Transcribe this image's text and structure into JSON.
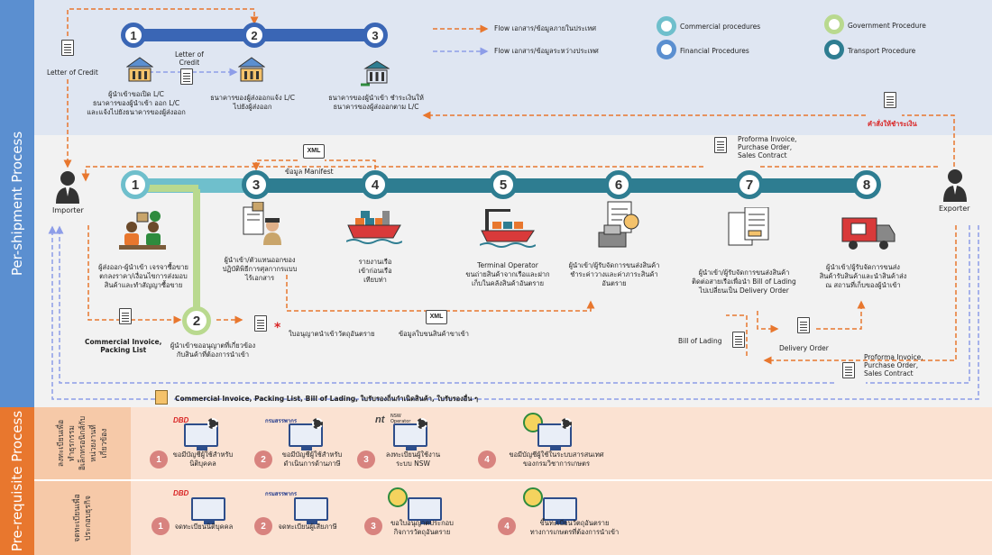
{
  "side_labels": {
    "per_shipment": "Per-shipment Process",
    "prerequisite": "Pre-requisite Process"
  },
  "prereq_groups": [
    {
      "label": "ลงทะเบียนเพื่อ\nทำธุรกรรม\nอิเล็กทรอนิกส์กับ\nหน่วยงานที่\nเกี่ยวข้อง"
    },
    {
      "label": "จดทะเบียนเพื่อ\nประกอบธุรกิจ"
    }
  ],
  "legend": {
    "flow_domestic": "Flow เอกสาร/ข้อมูลภายในประเทศ",
    "flow_international": "Flow เอกสาร/ข้อมูลระหว่างประเทศ",
    "commercial": "Commercial procedures",
    "financial": "Financial Procedures",
    "government": "Government Procedure",
    "transport": "Transport Procedure",
    "colors": {
      "commercial": "#6fbfcc",
      "financial": "#5b8fd0",
      "government": "#b9d98f",
      "transport": "#2e7d91",
      "domestic_arrow": "#e8772e",
      "international_arrow": "#8d9de8"
    }
  },
  "financial_steps": [
    {
      "num": "1",
      "text": "ผู้นำเข้าขอเปิด L/C\nธนาคารของผู้นำเข้า ออก L/C\nและแจ้งไปยังธนาคารของผู้ส่งออก"
    },
    {
      "num": "2",
      "text": "ธนาคารของผู้ส่งออกแจ้ง L/C\nไปยังผู้ส่งออก"
    },
    {
      "num": "3",
      "text": "ธนาคารของผู้นำเข้า ชำระเงินให้\nธนาคารของผู้ส่งออกตาม L/C"
    }
  ],
  "docs": {
    "letter_of_credit": "Letter of Credit",
    "letter_of_credit_mid": "Letter of\nCredit",
    "manifest": "ข้อมูล Manifest",
    "xml": "XML",
    "proforma_top": "Proforma Invoice,\nPurchase Order,\nSales Contract",
    "payment_order": "คำสั่งให้ชำระเงิน",
    "commercial_invoice": "Commercial Invoice,\nPacking List",
    "permit": "ใบอนุญาตนำเข้าวัตถุอันตราย",
    "declaration_data": "ข้อมูลใบขนสินค้าขาเข้า",
    "bill_of_lading": "Bill of Lading",
    "delivery_order": "Delivery Order",
    "proforma_bottom": "Proforma Invoice,\nPurchase Order,\nSales Contract",
    "bottom_docs": "Commercial Invoice, Packing List, Bill of Lading, ใบรับรองถิ่นกำเนิดสินค้า, ใบรับรองอื่น ๆ"
  },
  "actors": {
    "importer": "Importer",
    "exporter": "Exporter"
  },
  "main_steps": [
    {
      "num": "1",
      "text": "ผู้ส่งออก-ผู้นำเข้า เจรจาซื้อขาย\nตกลงราคา/เงื่อนไขการส่งมอบ\nสินค้าและทำสัญญาซื้อขาย"
    },
    {
      "num": "2",
      "text": "ผู้นำเข้าขออนุญาตที่เกี่ยวข้อง\nกับสินค้าที่ต้องการนำเข้า"
    },
    {
      "num": "3",
      "text": "ผู้นำเข้า/ตัวแทนออกของ\nปฏิบัติพิธีการศุลกากรแบบ\nไร้เอกสาร"
    },
    {
      "num": "4",
      "text": "รายงานเรือ\nเข้าก่อนเรือ\nเทียบท่า"
    },
    {
      "num": "5",
      "text": "Terminal Operator\nขนถ่ายสินค้าจากเรือและฝาก\nเก็บในคลังสินค้าอันตราย"
    },
    {
      "num": "6",
      "text": "ผู้นำเข้า/ผู้รับจัดการขนส่งสินค้า\nชำระค่าวางและค่าภาระสินค้า\nอันตราย"
    },
    {
      "num": "7",
      "text": "ผู้นำเข้า/ผู้รับจัดการขนส่งสินค้า\nติดต่อสายเรือเพื่อนำ Bill of Lading\nไปเปลี่ยนเป็น Delivery Order"
    },
    {
      "num": "8",
      "text": "ผู้นำเข้า/ผู้รับจัดการขนส่ง\nสินค้ารับสินค้าและนำสินค้าส่ง\nณ สถานที่เก็บของผู้นำเข้า"
    }
  ],
  "prereq_row1": [
    {
      "num": "1",
      "logo": "DBD",
      "text": "ขอมีบัญชีผู้ใช้สำหรับ\nนิติบุคคล"
    },
    {
      "num": "2",
      "logo": "กรมสรรพากร",
      "text": "ขอมีบัญชีผู้ใช้สำหรับ\nดำเนินการด้านภาษี"
    },
    {
      "num": "3",
      "logo": "nt",
      "logo_sub": "NSW\nOperator",
      "text": "ลงทะเบียนผู้ใช้งาน\nระบบ NSW"
    },
    {
      "num": "4",
      "logo": "seal",
      "text": "ขอมีบัญชีผู้ใช้ในระบบสารสนเทศ\nของกรมวิชาการเกษตร"
    }
  ],
  "prereq_row2": [
    {
      "num": "1",
      "logo": "DBD",
      "text": "จดทะเบียนนิติบุคคล"
    },
    {
      "num": "2",
      "logo": "กรมสรรพากร",
      "text": "จดทะเบียนผู้เสียภาษี"
    },
    {
      "num": "3",
      "logo": "seal",
      "text": "ขอใบอนุญาตประกอบ\nกิจการวัตถุอันตราย"
    },
    {
      "num": "4",
      "logo": "seal",
      "text": "ขึ้นทะเบียนวัตถุอันตราย\nทางการเกษตรที่ต้องการนำเข้า"
    }
  ]
}
